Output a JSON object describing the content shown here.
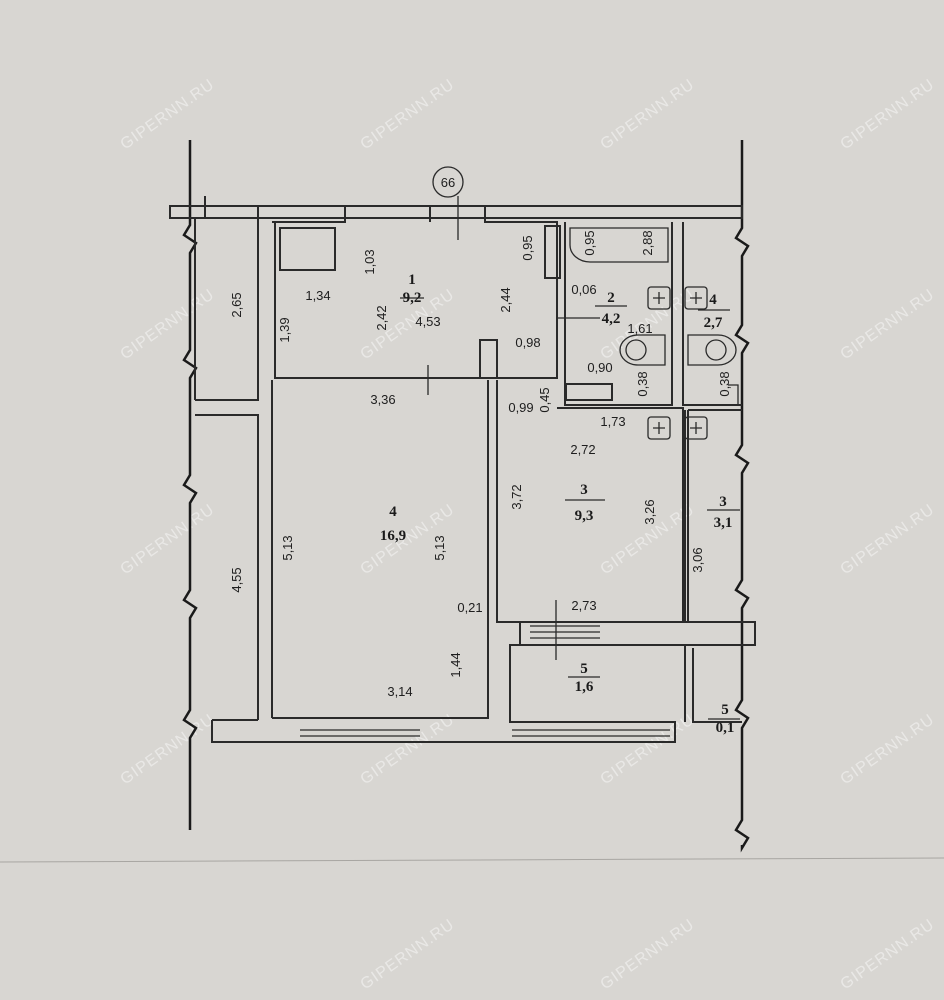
{
  "watermark": "GIPERNN.RU",
  "axis_marker": "66",
  "rooms": [
    {
      "number": "1",
      "area": "9,2"
    },
    {
      "number": "4",
      "area": "16,9"
    },
    {
      "number": "3",
      "area": "9,3"
    },
    {
      "number": "2",
      "area": "4,2"
    },
    {
      "number": "4",
      "area": "2,7"
    },
    {
      "number": "3",
      "area": "3,1"
    },
    {
      "number": "5",
      "area": "1,6"
    },
    {
      "number": "5",
      "area": "0,1"
    }
  ],
  "dimensions": [
    "1,03",
    "1,34",
    "1,39",
    "2,42",
    "4,53",
    "2,44",
    "0,95",
    "0,98",
    "3,36",
    "0,99",
    "0,45",
    "2,65",
    "4,55",
    "5,13",
    "5,13",
    "0,21",
    "1,44",
    "3,14",
    "0,06",
    "0,95",
    "2,88",
    "1,61",
    "0,90",
    "0,38",
    "0,38",
    "1,73",
    "2,72",
    "3,72",
    "3,26",
    "2,73",
    "3,06"
  ]
}
